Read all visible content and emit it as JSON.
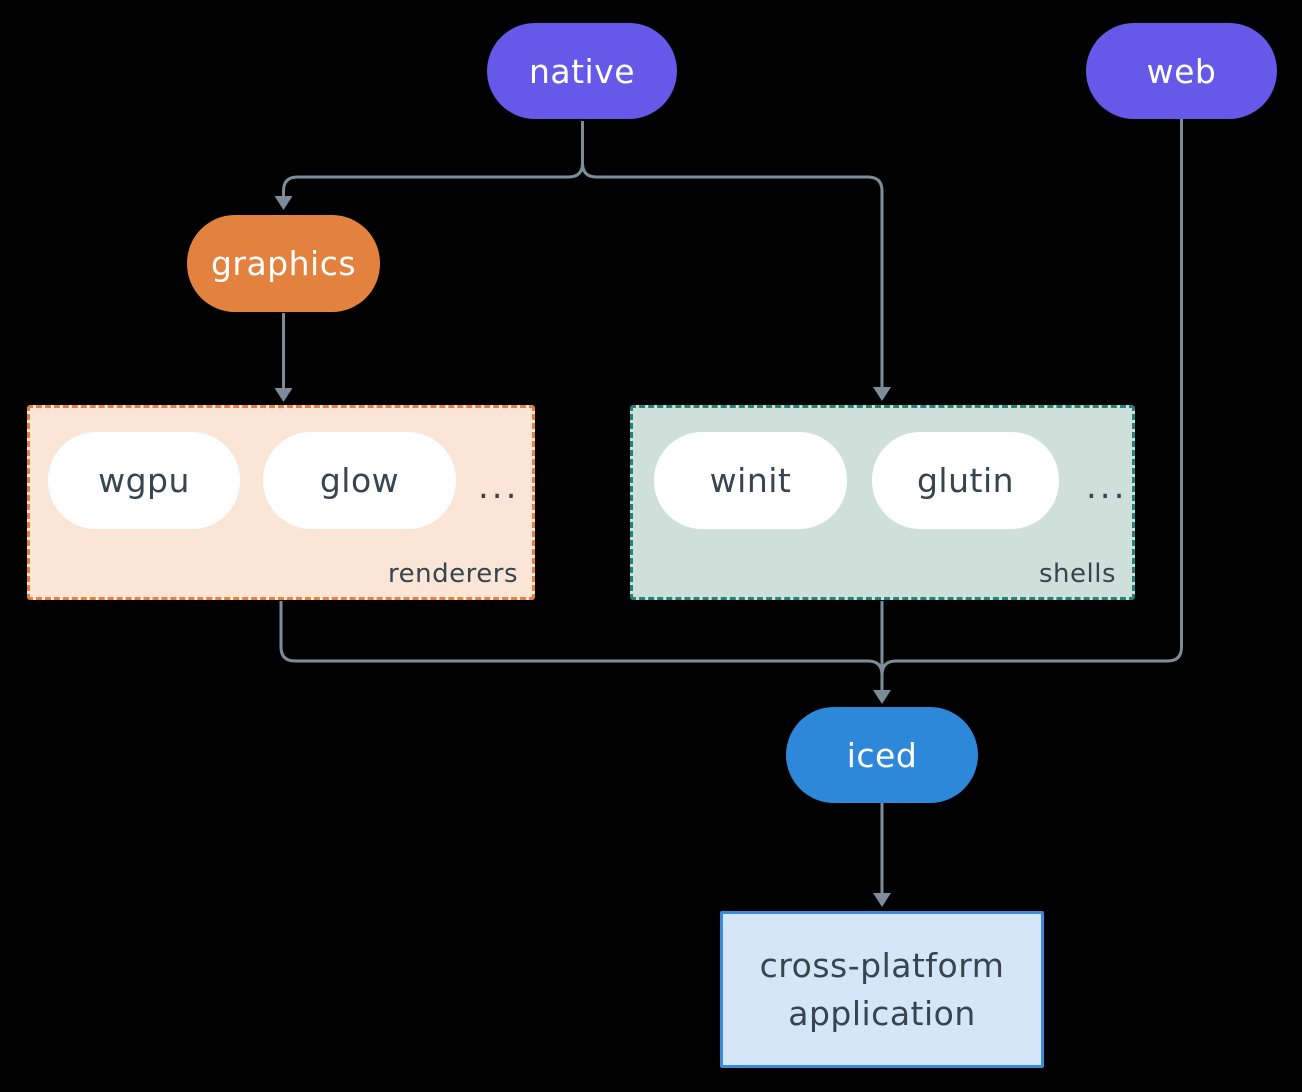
{
  "diagram": {
    "nodes": {
      "native": "native",
      "web": "web",
      "graphics": "graphics",
      "iced": "iced"
    },
    "groups": {
      "renderers": {
        "title": "renderers",
        "items": [
          "wgpu",
          "glow"
        ],
        "more": "..."
      },
      "shells": {
        "title": "shells",
        "items": [
          "winit",
          "glutin"
        ],
        "more": "..."
      }
    },
    "application": {
      "line1": "cross-platform",
      "line2": "application"
    }
  },
  "colors": {
    "background": "#000000",
    "platform_pill": "#6658e8",
    "graphics_pill": "#e2823e",
    "iced_pill": "#2e88d9",
    "renderers_fill": "#fae5d6",
    "renderers_border": "#e2823e",
    "shells_fill": "#cfe0da",
    "shells_border": "#21837a",
    "app_fill": "#d5e6f8",
    "app_border": "#3a8cdb",
    "dark_text": "#36454f",
    "light_text": "#ffffff",
    "connector": "#7d8c9b"
  }
}
